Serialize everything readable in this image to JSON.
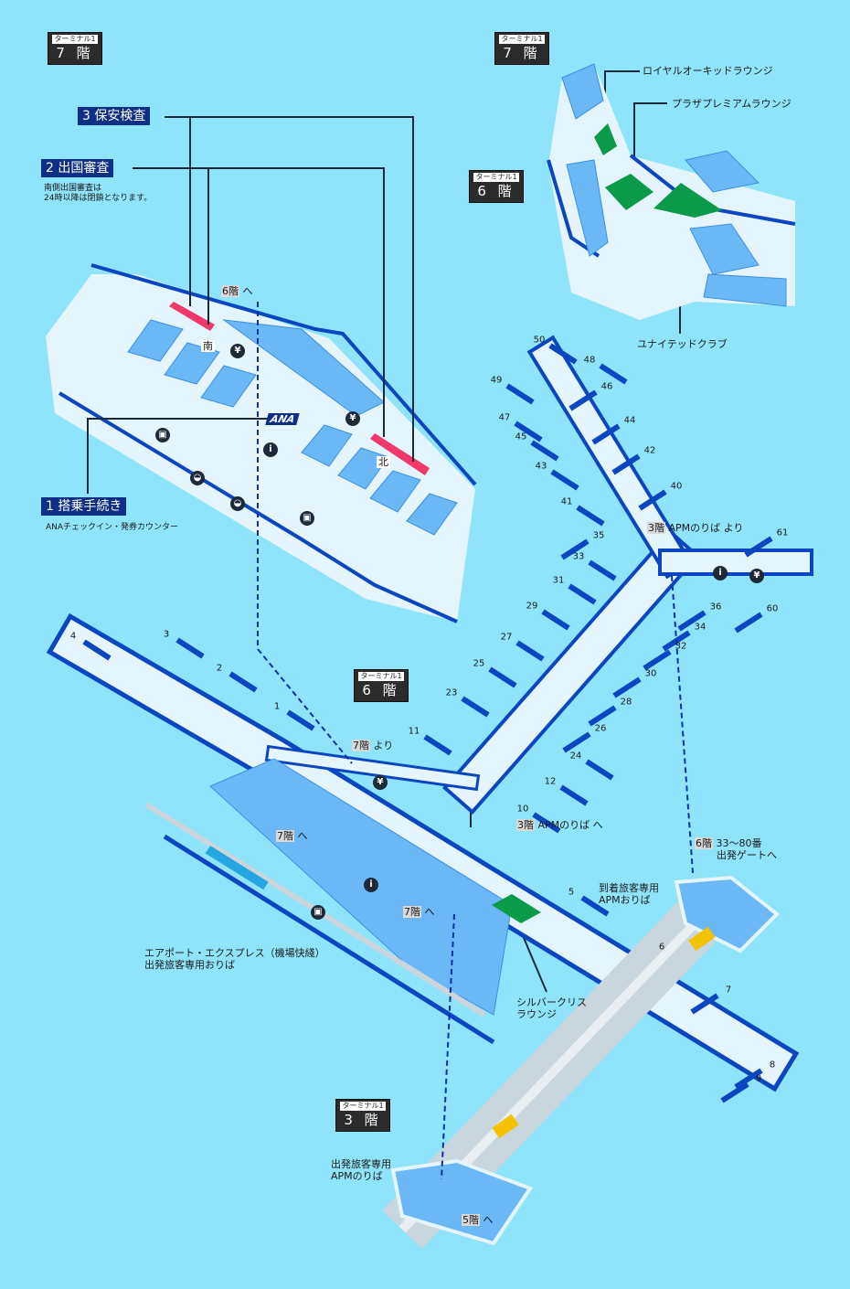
{
  "floor_badges": [
    {
      "terminal": "ターミナル1",
      "floor": "7 階"
    },
    {
      "terminal": "ターミナル1",
      "floor": "7 階"
    },
    {
      "terminal": "ターミナル1",
      "floor": "6 階"
    },
    {
      "terminal": "ターミナル1",
      "floor": "6 階"
    },
    {
      "terminal": "ターミナル1",
      "floor": "3 階"
    }
  ],
  "steps": {
    "security": "3 保安検査",
    "immigration": "2 出国審査",
    "immigration_note_1": "南側出国審査は",
    "immigration_note_2": "24時以降は閉鎖となります。",
    "checkin": "1 搭乗手続き",
    "checkin_note": "ANAチェックイン・発券カウンター"
  },
  "t7_labels": {
    "to_6f_floor": "6階",
    "to_6f_suffix": "へ",
    "south": "南",
    "north": "北",
    "ana_logo": "ANA"
  },
  "lounges": {
    "royal_orchid": "ロイヤルオーキッドラウンジ",
    "plaza_premium": "プラザプレミアムラウンジ",
    "united_club": "ユナイテッドクラブ",
    "silverkris_1": "シルバークリス",
    "silverkris_2": "ラウンジ"
  },
  "directions": {
    "from_3f_apm_floor": "3階",
    "from_3f_apm": "APMのりば より",
    "from_7f_floor": "7階",
    "from_7f": "より",
    "to_3f_apm_floor": "3階",
    "to_3f_apm": "APMのりば へ",
    "to_6f_gates_floor": "6階",
    "to_6f_gates_1": "33～80番",
    "to_6f_gates_2": "出発ゲートへ",
    "arrival_apm_1": "到着旅客専用",
    "arrival_apm_2": "APMおりば",
    "to_7f_a_floor": "7階",
    "to_7f_a": "へ",
    "to_7f_b_floor": "7階",
    "to_7f_b": "へ",
    "airport_express_1": "エアポート・エクスプレス（機場快綫）",
    "airport_express_2": "出発旅客専用おりば",
    "departure_apm_1": "出発旅客専用",
    "departure_apm_2": "APMのりば",
    "to_5f_floor": "5階",
    "to_5f": "へ"
  },
  "gates": [
    "50",
    "48",
    "49",
    "46",
    "47",
    "44",
    "45",
    "42",
    "43",
    "40",
    "41",
    "35",
    "33",
    "31",
    "29",
    "27",
    "25",
    "23",
    "11",
    "12",
    "10",
    "24",
    "26",
    "28",
    "30",
    "32",
    "34",
    "36",
    "61",
    "60",
    "4",
    "3",
    "2",
    "1",
    "5",
    "6",
    "7",
    "8",
    "9"
  ],
  "colors": {
    "background": "#8fe4fb",
    "floor": "#e4f5fd",
    "room": "#6cb8f6",
    "wall": "#0b46c0",
    "lounge": "#0a9a4a",
    "checkpoint": "#f0386b",
    "label_box": "#0d2f86"
  }
}
